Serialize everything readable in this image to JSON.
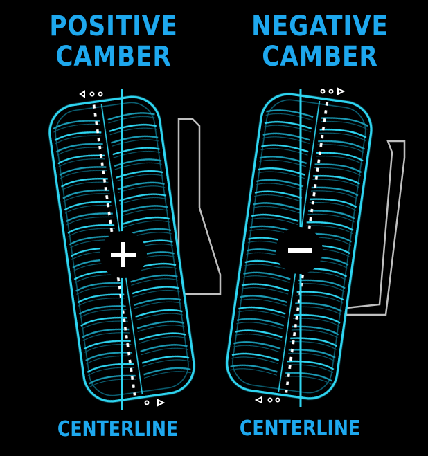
{
  "panels": [
    {
      "title_line1": "POSITIVE",
      "title_line2": "CAMBER",
      "sign": "+",
      "footer": "CENTERLINE"
    },
    {
      "title_line1": "NEGATIVE",
      "title_line2": "CAMBER",
      "sign": "−",
      "footer": "CENTERLINE"
    }
  ],
  "colors": {
    "accent": "#1ea8ee",
    "tire_line": "#2fd4f0",
    "tire_line_dark": "#0b5f72",
    "strut": "#bfbfbf",
    "background": "#000000",
    "badge": "#000000",
    "badge_text": "#ffffff"
  }
}
